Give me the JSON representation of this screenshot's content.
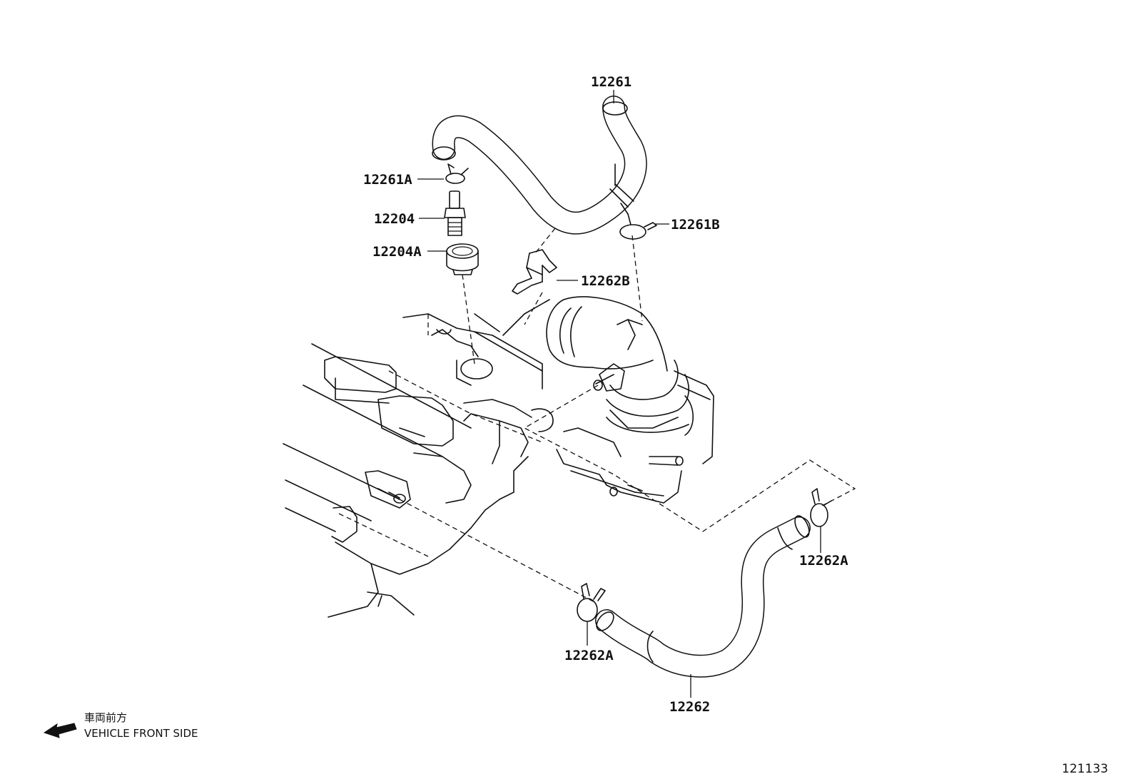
{
  "labels": {
    "hose_upper": "12261",
    "clip_upper_a": "12261A",
    "clip_upper_b": "12261B",
    "valve": "12204",
    "grommet": "12204A",
    "clamp_b": "12262B",
    "clip_lower_right": "12262A",
    "clip_lower_left": "12262A",
    "hose_lower": "12262"
  },
  "direction_note": {
    "japanese": "車両前方",
    "english": "VEHICLE FRONT SIDE",
    "icon": "arrow-left-icon"
  },
  "page_number": "121133"
}
